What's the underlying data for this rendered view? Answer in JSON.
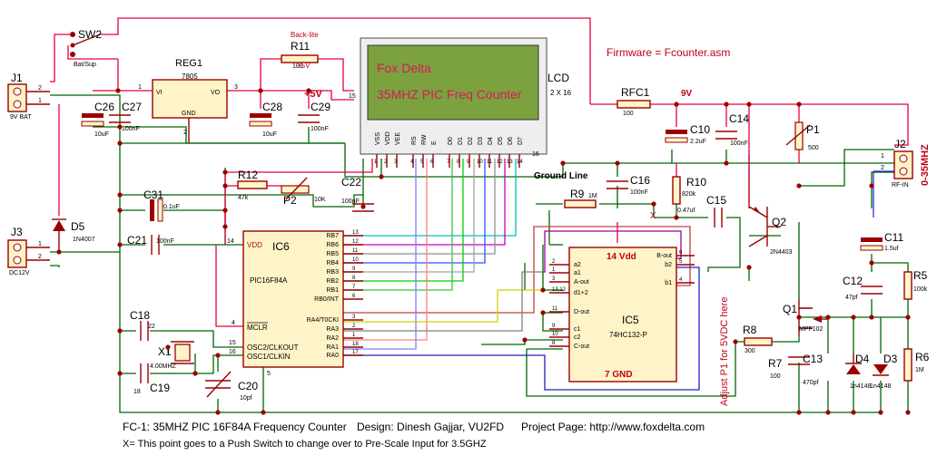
{
  "firmware": "Firmware = Fcounter.asm",
  "lcd": {
    "line1": "Fox Delta",
    "line2": "35MHZ PIC Freq Counter",
    "name": "LCD",
    "size": "2 X 16",
    "backlite": "Back-lite",
    "pins": [
      "VSS",
      "VDD",
      "VEE",
      "RS",
      "RW",
      "E",
      "D0",
      "D1",
      "D2",
      "D3",
      "D4",
      "D5",
      "D6",
      "D7"
    ],
    "pin_numbers": [
      "1",
      "2",
      "3",
      "4",
      "5",
      "6",
      "7",
      "8",
      "9",
      "10",
      "11",
      "12",
      "13",
      "14"
    ],
    "pin15": "15",
    "pin16": "16"
  },
  "ground_line": "Ground Line",
  "ic6": {
    "name": "IC6",
    "part": "PIC16F84A",
    "vdd": "VDD",
    "vdd_pin": "14",
    "rb": [
      "RB7",
      "RB6",
      "RB5",
      "RB4",
      "RB3",
      "RB2",
      "RB1",
      "RB0/INT"
    ],
    "rb_pins": [
      "13",
      "12",
      "11",
      "10",
      "9",
      "8",
      "7",
      "6"
    ],
    "ra": [
      "RA4/T0CKI",
      "RA3",
      "RA2",
      "RA1",
      "RA0"
    ],
    "ra_pins": [
      "3",
      "2",
      "1",
      "18",
      "17"
    ],
    "mclr": "MCLR",
    "mclr_pin": "4",
    "osc2": "OSC2/CLKOUT",
    "osc2_pin": "15",
    "osc1": "OSC1/CLKIN",
    "osc1_pin": "16",
    "vss_pin": "5"
  },
  "ic5": {
    "name": "IC5",
    "part": "74HC132-P",
    "vdd": "14 Vdd",
    "gnd": "7 GND",
    "left_labels": [
      "a2",
      "a1",
      "A-out",
      "d1+2",
      "D-out",
      "c1",
      "c2",
      "C-out"
    ],
    "left_pins": [
      "2",
      "1",
      "3",
      "13,12",
      "11",
      "9",
      "10",
      "8"
    ],
    "right_labels": [
      "B-out",
      "b2",
      "b1"
    ],
    "right_pins": [
      "6",
      "5",
      "4"
    ]
  },
  "reg1": {
    "name": "REG1",
    "part": "7805",
    "vi": "VI",
    "vo": "VO",
    "gnd": "GND",
    "pin1": "1",
    "pin2": "2",
    "pin3": "3"
  },
  "supply": {
    "plus5v": "+5V",
    "plus5v_small": "+5V",
    "nine_v": "9V"
  },
  "sw2": {
    "name": "SW2",
    "label": "Bat/Sup"
  },
  "j1": {
    "name": "J1",
    "label": "9V BAT",
    "p1": "1",
    "p2": "2"
  },
  "j2": {
    "name": "J2",
    "label": "RF-IN",
    "p1": "1",
    "p2": "2",
    "side": "0-35MHZ"
  },
  "j3": {
    "name": "J3",
    "label": "DC12V",
    "p1": "1",
    "p2": "2"
  },
  "d5": {
    "name": "D5",
    "value": "1N4007"
  },
  "d4": {
    "name": "D4",
    "value": "1n4148"
  },
  "d3": {
    "name": "D3",
    "value": "1n4148"
  },
  "caps": {
    "c26": [
      "C26",
      "10uF"
    ],
    "c27": [
      "C27",
      "100nF"
    ],
    "c28": [
      "C28",
      "10uF"
    ],
    "c29": [
      "C29",
      "100nF"
    ],
    "c31": [
      "C31",
      "0.1uF"
    ],
    "c21": [
      "C21",
      "100nF"
    ],
    "c22": [
      "C22",
      "100nF"
    ],
    "c18": [
      "C18",
      "22"
    ],
    "c19": [
      "C19",
      "18"
    ],
    "c20": [
      "C20",
      "10pf"
    ],
    "c16": [
      "C16",
      "100nF"
    ],
    "c15": [
      "C15",
      "0.47uf"
    ],
    "c10": [
      "C10",
      "2.2uF"
    ],
    "c14": [
      "C14",
      "100nF"
    ],
    "c11": [
      "C11",
      "1.5uf"
    ],
    "c12": [
      "C12",
      "47pf"
    ],
    "c13": [
      "C13",
      "470pf"
    ]
  },
  "res": {
    "r11": [
      "R11",
      "100"
    ],
    "r12": [
      "R12",
      "47k"
    ],
    "r9": [
      "R9",
      "1M"
    ],
    "r10": [
      "R10",
      "820k"
    ],
    "rfc1": [
      "RFC1",
      "100"
    ],
    "r5": [
      "R5",
      "100k"
    ],
    "r6": [
      "R6",
      "1M"
    ],
    "r7": [
      "R7",
      "100"
    ],
    "r8": [
      "R8",
      "300"
    ]
  },
  "p1": {
    "name": "P1",
    "value": "500"
  },
  "p2": {
    "name": "P2",
    "value": "10K"
  },
  "x1": {
    "name": "X1",
    "value": "4.00MHZ"
  },
  "q1": {
    "name": "Q1",
    "value": "MPF102"
  },
  "q2": {
    "name": "Q2",
    "value": "2N4403"
  },
  "x_mark": "X",
  "adjust_note": "Adjust P1 for 5VDC here",
  "footer": {
    "title": "FC-1: 35MHZ PIC 16F84A Frequency Counter",
    "design": "Design: Dinesh Gajjar, VU2FD",
    "page": "Project Page: http://www.foxdelta.com",
    "note": "X= This point goes to a Push Switch to change over to Pre-Scale Input for 3.5GHZ"
  },
  "colors": {
    "wire": "#006600",
    "power": "#e8003a",
    "part": "#990000",
    "lcd_bg": "#7ba23f",
    "ic_bg": "#fff4c8"
  }
}
